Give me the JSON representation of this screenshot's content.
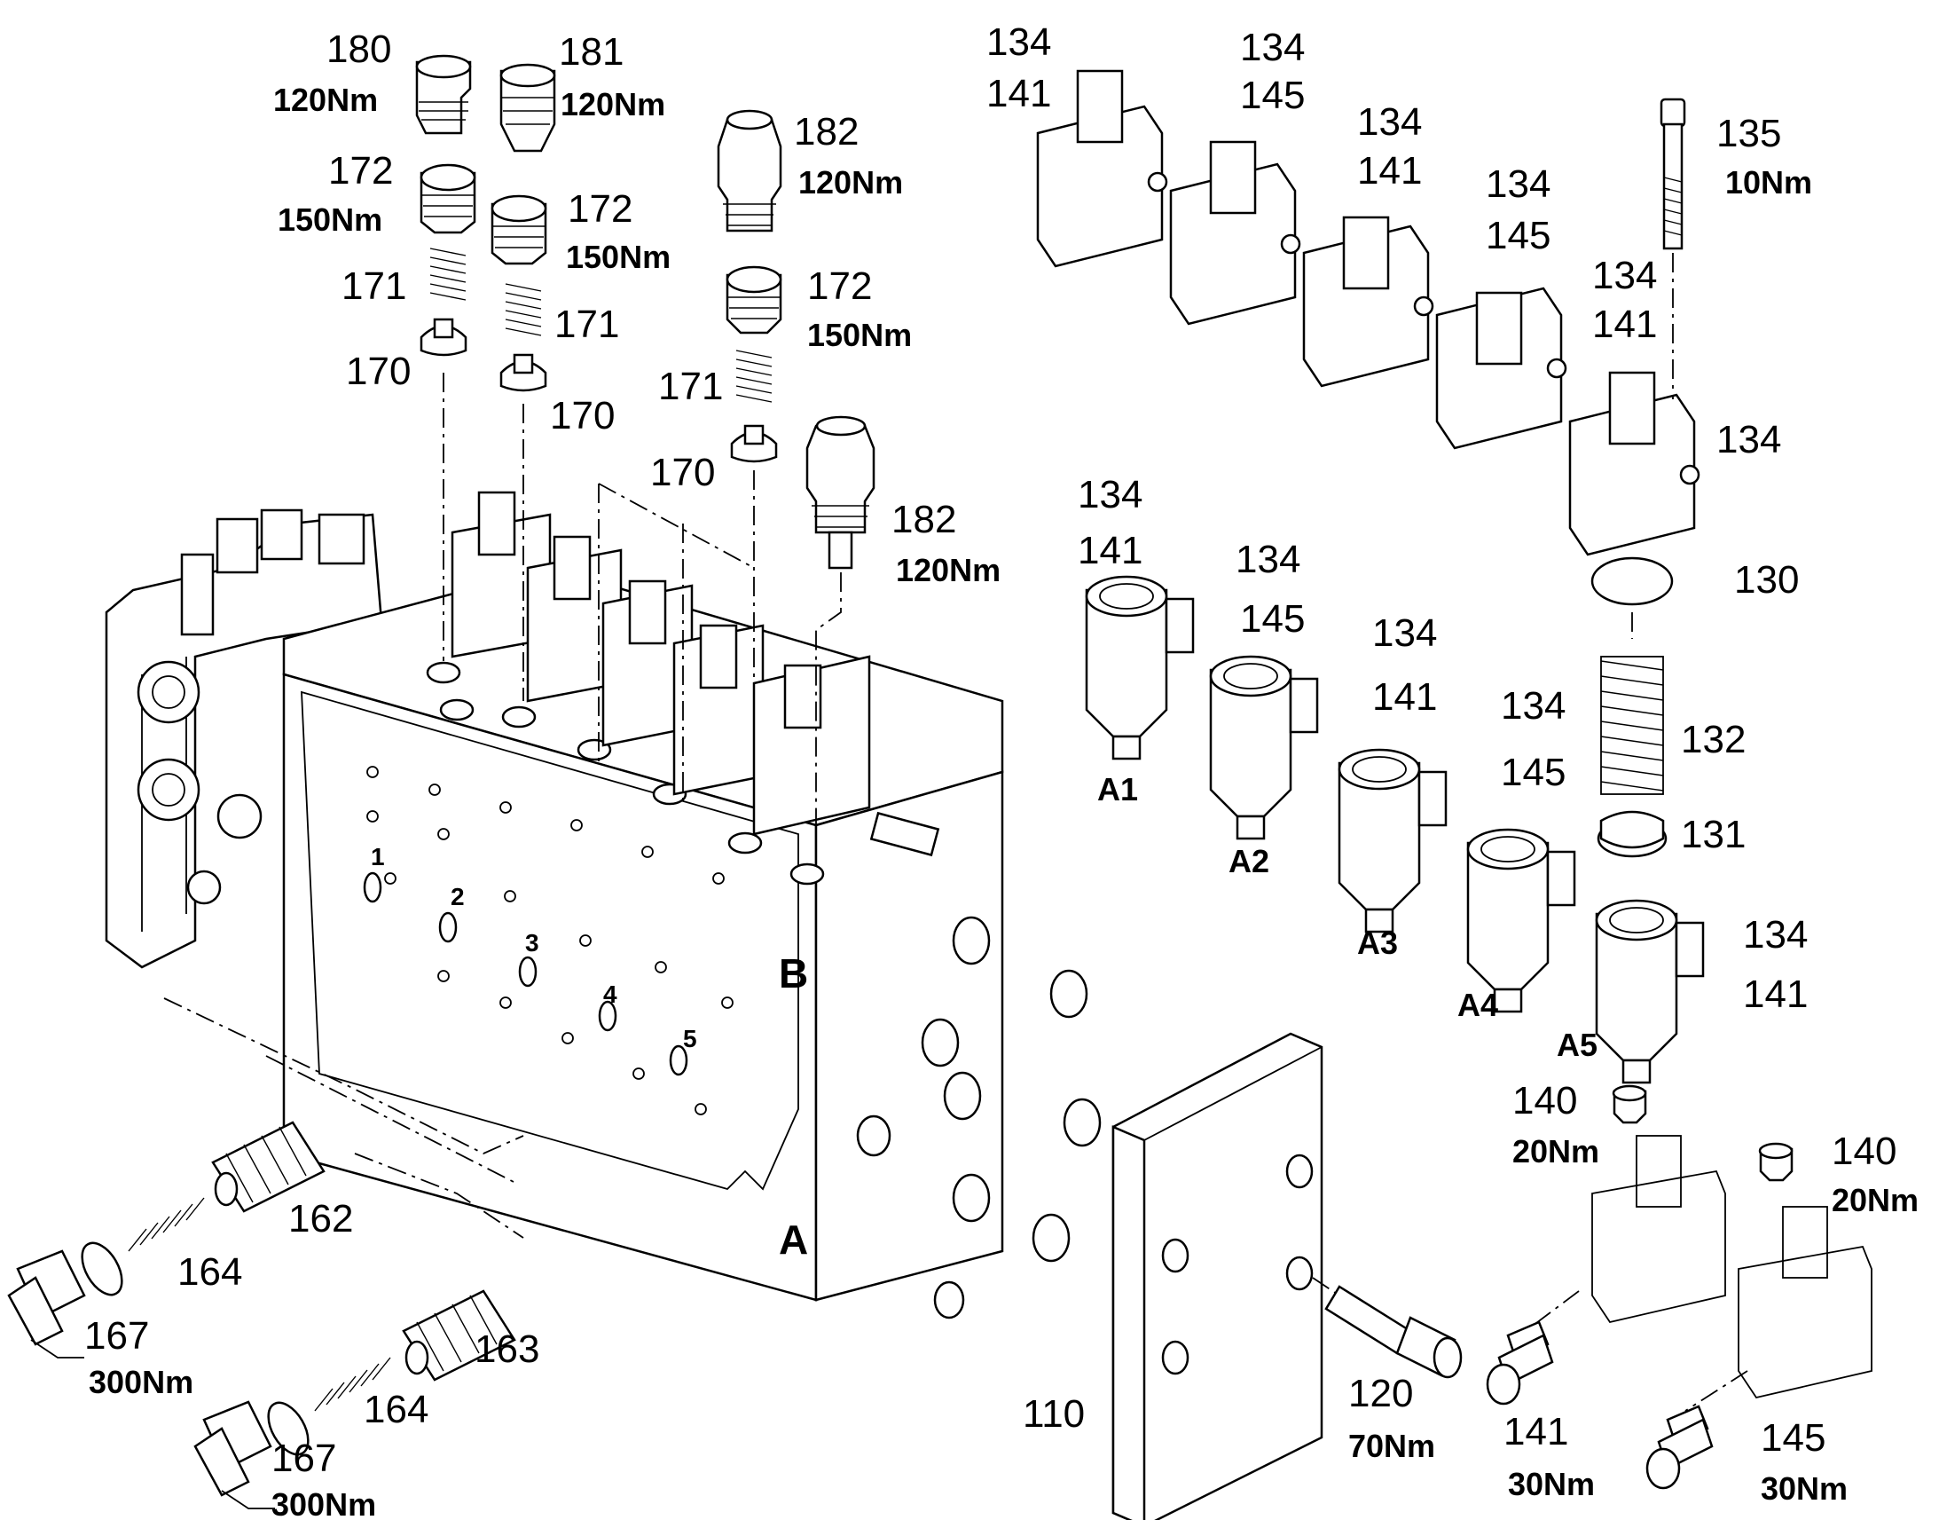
{
  "diagram": {
    "labels": {
      "p180": "180",
      "p180t": "120Nm",
      "p181": "181",
      "p181t": "120Nm",
      "p172a": "172",
      "p172at": "150Nm",
      "p172b": "172",
      "p172bt": "150Nm",
      "p171a": "171",
      "p171b": "171",
      "p170a": "170",
      "p170b": "170",
      "p182a": "182",
      "p182at": "120Nm",
      "p172c": "172",
      "p172ct": "150Nm",
      "p171c": "171",
      "p170c": "170",
      "p182b": "182",
      "p182bt": "120Nm",
      "s1a": "134",
      "s1b": "141",
      "s2a": "134",
      "s2b": "145",
      "s3a": "134",
      "s3b": "141",
      "s4a": "134",
      "s4b": "145",
      "s5a": "134",
      "s5b": "141",
      "p135": "135",
      "p135t": "10Nm",
      "p134e": "134",
      "ha1a": "134",
      "ha1b": "141",
      "A1": "A1",
      "ha2a": "134",
      "ha2b": "145",
      "A2": "A2",
      "ha3a": "134",
      "ha3b": "141",
      "A3": "A3",
      "ha4a": "134",
      "ha4b": "145",
      "A4": "A4",
      "ha5a": "134",
      "ha5b": "141",
      "A5": "A5",
      "p130": "130",
      "p132": "132",
      "p131": "131",
      "p140a": "140",
      "p140at": "20Nm",
      "p140b": "140",
      "p140bt": "20Nm",
      "p141f": "141",
      "p141ft": "30Nm",
      "p145f": "145",
      "p145ft": "30Nm",
      "p110": "110",
      "p120": "120",
      "p120t": "70Nm",
      "p162": "162",
      "p163": "163",
      "p164a": "164",
      "p164b": "164",
      "p167a": "167",
      "p167at": "300Nm",
      "p167b": "167",
      "p167bt": "300Nm",
      "n1": "1",
      "n2": "2",
      "n3": "3",
      "n4": "4",
      "n5": "5",
      "portA": "A",
      "portB": "B"
    }
  }
}
